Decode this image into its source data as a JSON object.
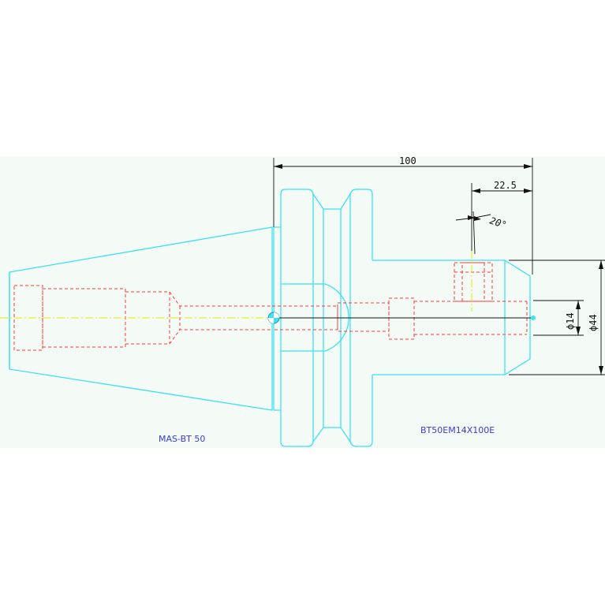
{
  "colors": {
    "outline": "#3fe0f0",
    "hidden": "#ff3a3a",
    "centerline": "#e8e800",
    "dimension": "#111111",
    "label": "#3a3ad8",
    "background": "#f4fbf6"
  },
  "dimensions": {
    "overall_length": "100",
    "nose_length": "22.5",
    "angle": "20°",
    "bore_diameter": "ϕ14",
    "outer_diameter": "ϕ44"
  },
  "labels": {
    "shank": "MAS-BT 50",
    "holder": "BT50EM14X100E"
  }
}
